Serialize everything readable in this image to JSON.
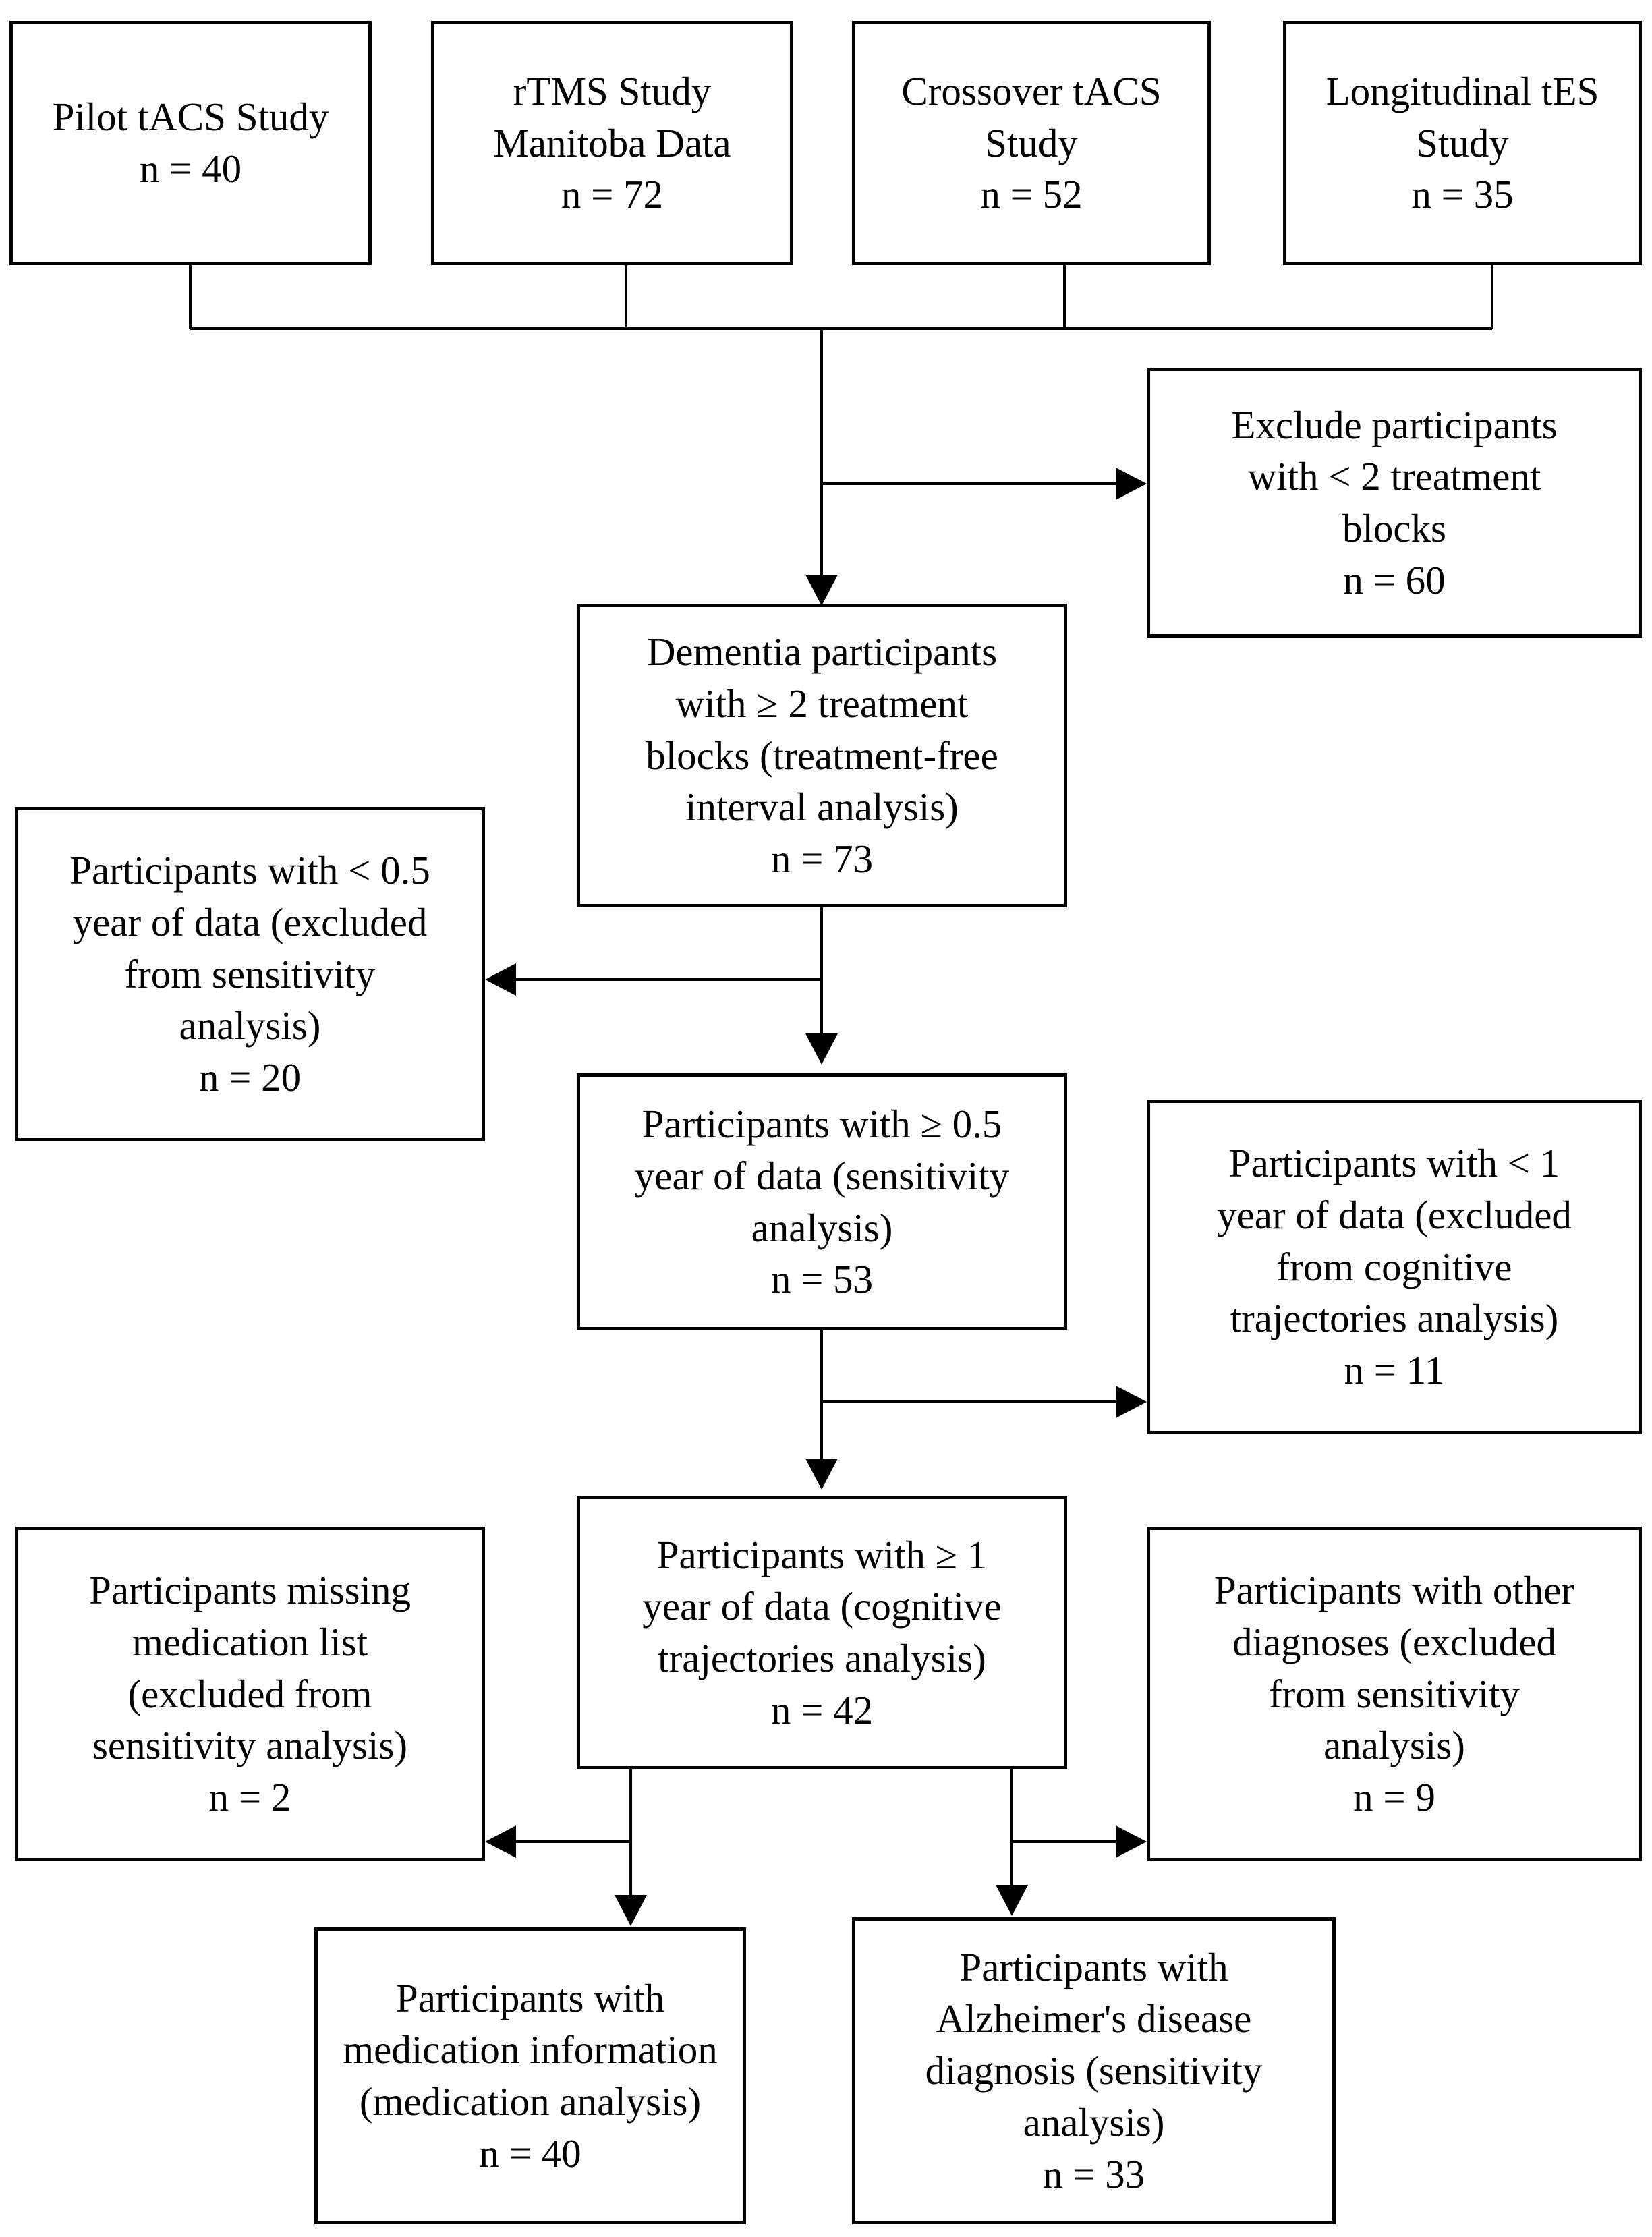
{
  "diagram": {
    "type": "participant-flow-diagram",
    "colors": {
      "background": "#ffffff",
      "box_border": "#000000",
      "connector": "#000000",
      "text": "#000000"
    },
    "nodes": [
      {
        "id": "pilot-tacs-study",
        "label": "Pilot tACS Study\nn = 40",
        "title": "Pilot tACS Study",
        "n": 40
      },
      {
        "id": "rtms-study-manitoba-data",
        "label": "rTMS Study\nManitoba Data\nn = 72",
        "title": "rTMS Study Manitoba Data",
        "n": 72
      },
      {
        "id": "crossover-tacs-study",
        "label": "Crossover tACS\nStudy\nn = 52",
        "title": "Crossover tACS Study",
        "n": 52
      },
      {
        "id": "longitudinal-tes-study",
        "label": "Longitudinal tES\nStudy\nn = 35",
        "title": "Longitudinal tES Study",
        "n": 35
      },
      {
        "id": "exclude-lt-2-treatment-blocks",
        "label": "Exclude participants\nwith < 2 treatment\nblocks\nn = 60",
        "title": "Exclude participants with < 2 treatment blocks",
        "n": 60
      },
      {
        "id": "dementia-ge-2-treatment-blocks",
        "label": "Dementia participants\nwith ≥ 2 treatment\nblocks (treatment-free\ninterval analysis)\nn = 73",
        "title": "Dementia participants with ≥ 2 treatment blocks (treatment-free interval analysis)",
        "n": 73
      },
      {
        "id": "participants-lt-half-year-data",
        "label": "Participants with < 0.5\nyear of data (excluded\nfrom sensitivity\nanalysis)\nn = 20",
        "title": "Participants with < 0.5 year of data (excluded from sensitivity analysis)",
        "n": 20
      },
      {
        "id": "participants-ge-half-year-data",
        "label": "Participants with ≥ 0.5\nyear of data (sensitivity\nanalysis)\nn = 53",
        "title": "Participants with ≥ 0.5 year of data (sensitivity analysis)",
        "n": 53
      },
      {
        "id": "participants-lt-1-year-data",
        "label": "Participants with < 1\nyear of data (excluded\nfrom cognitive\ntrajectories analysis)\nn = 11",
        "title": "Participants with < 1 year of data (excluded from cognitive trajectories analysis)",
        "n": 11
      },
      {
        "id": "participants-ge-1-year-data",
        "label": "Participants with ≥ 1\nyear of data (cognitive\ntrajectories analysis)\nn = 42",
        "title": "Participants with ≥ 1 year of data (cognitive trajectories analysis)",
        "n": 42
      },
      {
        "id": "participants-missing-medication-list",
        "label": "Participants missing\nmedication list\n(excluded from\nsensitivity analysis)\nn = 2",
        "title": "Participants missing medication list (excluded from sensitivity analysis)",
        "n": 2
      },
      {
        "id": "participants-other-diagnoses",
        "label": "Participants with other\ndiagnoses (excluded\nfrom sensitivity\nanalysis)\nn = 9",
        "title": "Participants with other diagnoses (excluded from sensitivity analysis)",
        "n": 9
      },
      {
        "id": "participants-with-medication-information",
        "label": "Participants with\nmedication information\n(medication analysis)\nn = 40",
        "title": "Participants with medication information (medication analysis)",
        "n": 40
      },
      {
        "id": "participants-alzheimers-diagnosis",
        "label": "Participants with\nAlzheimer's disease\ndiagnosis (sensitivity\nanalysis)\nn = 33",
        "title": "Participants with Alzheimer's disease diagnosis (sensitivity analysis)",
        "n": 33
      }
    ]
  }
}
